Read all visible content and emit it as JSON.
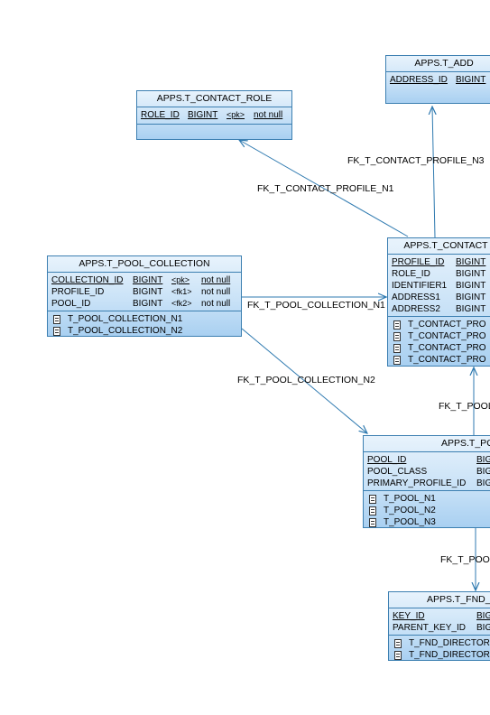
{
  "entities": {
    "address": {
      "title": "APPS.T_ADD",
      "cols": [
        {
          "name": "ADDRESS_ID",
          "type": "BIGINT"
        }
      ]
    },
    "contact_role": {
      "title": "APPS.T_CONTACT_ROLE",
      "cols": [
        {
          "name": "ROLE_ID",
          "type": "BIGINT",
          "key": "<pk>",
          "nn": "not null"
        }
      ]
    },
    "pool_collection": {
      "title": "APPS.T_POOL_COLLECTION",
      "cols": [
        {
          "name": "COLLECTION_ID",
          "type": "BIGINT",
          "key": "<pk>",
          "nn": "not null"
        },
        {
          "name": "PROFILE_ID",
          "type": "BIGINT",
          "key": "<fk1>",
          "nn": "not null"
        },
        {
          "name": "POOL_ID",
          "type": "BIGINT",
          "key": "<fk2>",
          "nn": "not null"
        }
      ],
      "indexes": [
        "T_POOL_COLLECTION_N1",
        "T_POOL_COLLECTION_N2"
      ]
    },
    "contact_profile": {
      "title": "APPS.T_CONTACT",
      "cols": [
        {
          "name": "PROFILE_ID",
          "type": "BIGINT"
        },
        {
          "name": "ROLE_ID",
          "type": "BIGINT"
        },
        {
          "name": "IDENTIFIER1",
          "type": "BIGINT"
        },
        {
          "name": "ADDRESS1",
          "type": "BIGINT"
        },
        {
          "name": "ADDRESS2",
          "type": "BIGINT"
        }
      ],
      "indexes": [
        "T_CONTACT_PRO",
        "T_CONTACT_PRO",
        "T_CONTACT_PRO",
        "T_CONTACT_PRO"
      ]
    },
    "pool": {
      "title": "APPS.T_PO",
      "cols": [
        {
          "name": "POOL_ID",
          "type": "BIG"
        },
        {
          "name": "POOL_CLASS",
          "type": "BIG"
        },
        {
          "name": "PRIMARY_PROFILE_ID",
          "type": "BIG"
        }
      ],
      "indexes": [
        "T_POOL_N1",
        "T_POOL_N2",
        "T_POOL_N3"
      ]
    },
    "fnd": {
      "title": "APPS.T_FND_",
      "cols": [
        {
          "name": "KEY_ID",
          "type": "BIG"
        },
        {
          "name": "PARENT_KEY_ID",
          "type": "BIG"
        }
      ],
      "indexes": [
        "T_FND_DIRECTOR",
        "T_FND_DIRECTOR"
      ]
    }
  },
  "fk_labels": {
    "profile_n3": "FK_T_CONTACT_PROFILE_N3",
    "profile_n1": "FK_T_CONTACT_PROFILE_N1",
    "collection_n1": "FK_T_POOL_COLLECTION_N1",
    "collection_n2": "FK_T_POOL_COLLECTION_N2",
    "pool_a": "FK_T_POOL",
    "pool_b": "FK_T_POO"
  },
  "colors": {
    "line": "#2f7ab0",
    "border": "#3c7fb1"
  }
}
